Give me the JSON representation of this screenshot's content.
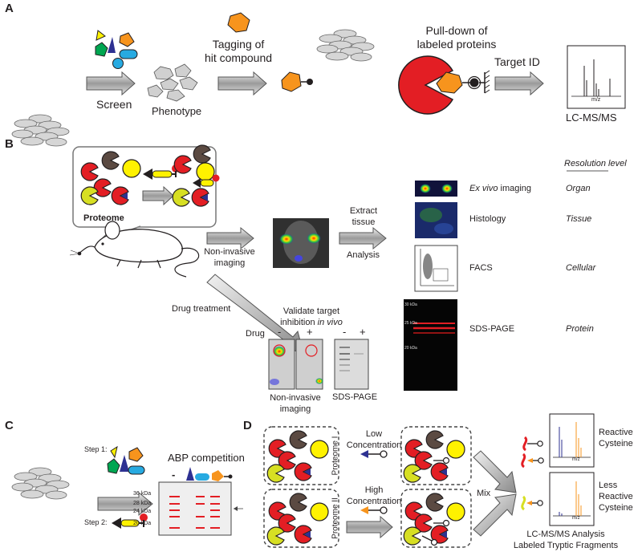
{
  "panels": {
    "a": "A",
    "b": "B",
    "c": "C",
    "d": "D"
  },
  "panel_a": {
    "screen": "Screen",
    "phenotype": "Phenotype",
    "tagging_line1": "Tagging of",
    "tagging_line2": "hit compound",
    "pulldown_line1": "Pull-down of",
    "pulldown_line2": "labeled proteins",
    "target_id": "Target ID",
    "spectrum_axis": "m/z",
    "lcms": "LC-MS/MS"
  },
  "panel_b": {
    "proteome": "Proteome",
    "noninvasive_line1": "Non-invasive",
    "noninvasive_line2": "imaging",
    "extract_line1": "Extract",
    "extract_line2": "tissue",
    "analysis": "Analysis",
    "drug_treatment": "Drug treatment",
    "validate_line1": "Validate target",
    "validate_line2a": "inhibition ",
    "validate_line2b": "in vivo",
    "drug": "Drug",
    "minus1": "-",
    "plus1": "+",
    "minus2": "-",
    "plus2": "+",
    "noninvasive2_line1": "Non-invasive",
    "noninvasive2_line2": "imaging",
    "sdspage_small": "SDS-PAGE",
    "resolution_header": "Resolution level",
    "rows": [
      {
        "ital": "Ex vivo",
        "label": " imaging",
        "level": "Organ"
      },
      {
        "ital": "",
        "label": "Histology",
        "level": "Tissue"
      },
      {
        "ital": "",
        "label": "FACS",
        "level": "Cellular"
      },
      {
        "ital": "",
        "label": "SDS-PAGE",
        "level": "Protein"
      }
    ],
    "gel_markers": [
      "30 kDa",
      "25 kDa",
      "20 kDa"
    ]
  },
  "panel_c": {
    "step1": "Step 1:",
    "step2": "Step 2:",
    "abp": "ABP competition",
    "minus": "-",
    "markers": [
      "36 kDa",
      "28 kDa",
      "24 kDa",
      "20 kDa"
    ]
  },
  "panel_d": {
    "low_line1": "Low",
    "low_line2": "Concentration",
    "high_line1": "High",
    "high_line2": "Concentration",
    "proteome1": "Proteome I",
    "proteome2": "Proteome II",
    "mix": "Mix",
    "reactive_line1": "Reactive",
    "reactive_line2": "Cysteine",
    "less_line1": "Less",
    "less_line2": "Reactive",
    "less_line3": "Cysteine",
    "spectrum_axis1": "m/z",
    "spectrum_axis2": "m/z",
    "footer_line1": "LC-MS/MS Analysis",
    "footer_line2": "Labeled Tryptic Fragments"
  },
  "colors": {
    "red": "#e31e24",
    "yellow": "#fff200",
    "orange": "#f7941d",
    "cyan": "#27aae1",
    "blue": "#2e3192",
    "green": "#00a651",
    "brown": "#5b4a42",
    "lime": "#d7df23"
  }
}
